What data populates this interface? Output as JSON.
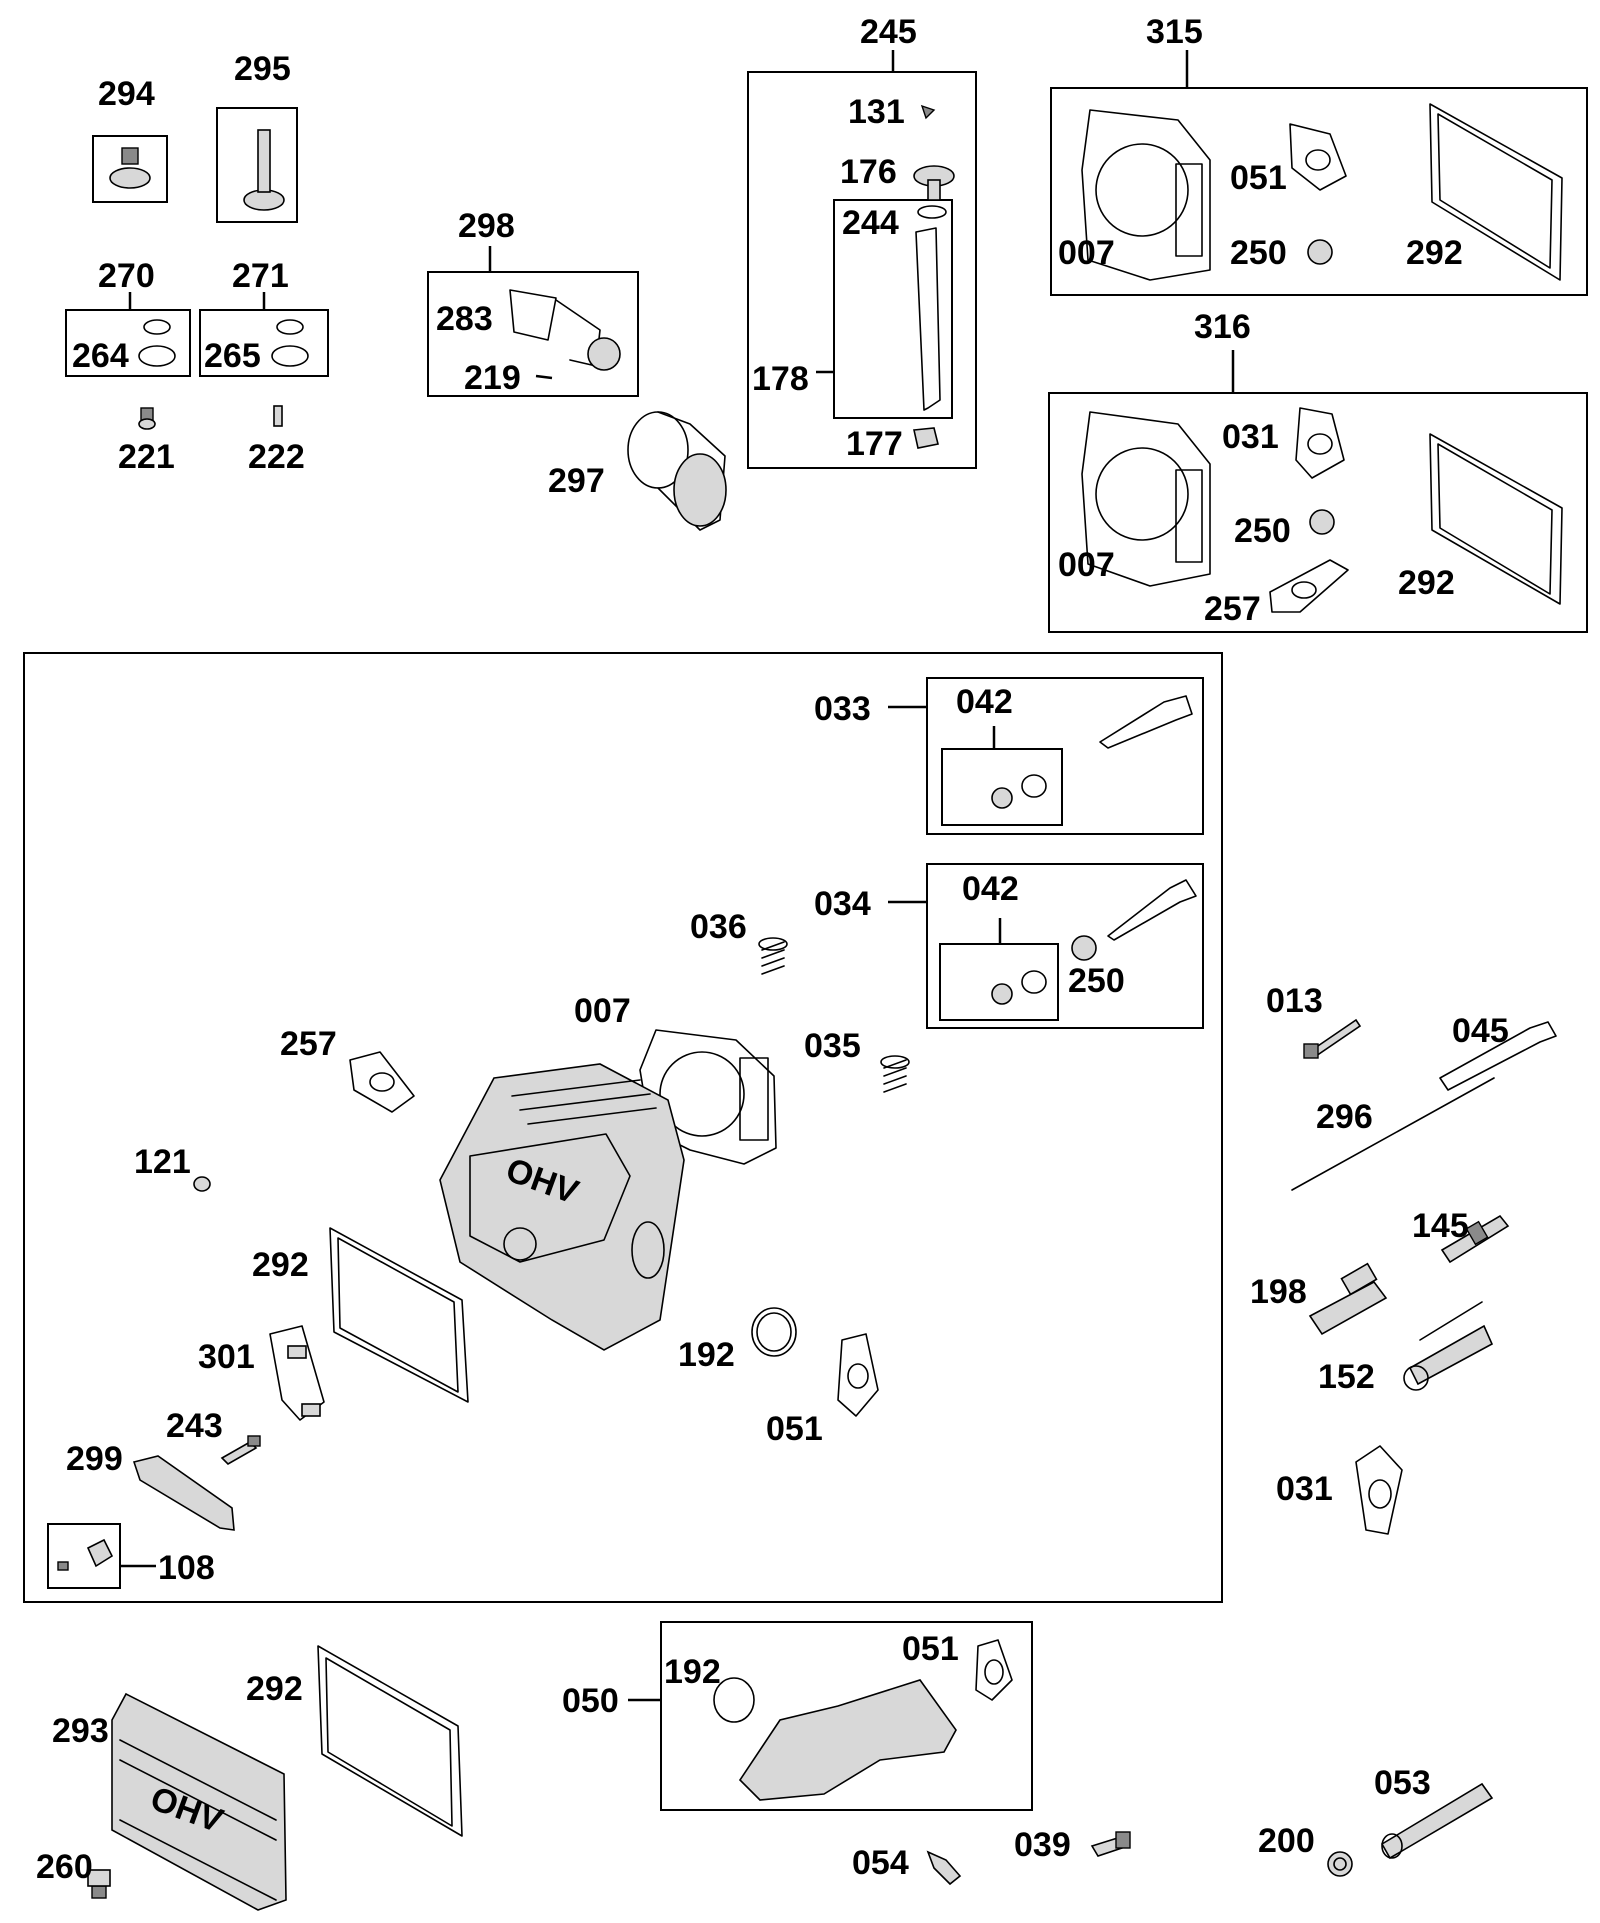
{
  "labels": {
    "l294": "294",
    "l295": "295",
    "l270": "270",
    "l271": "271",
    "l264": "264",
    "l265": "265",
    "l221": "221",
    "l222": "222",
    "l298": "298",
    "l283": "283",
    "l219": "219",
    "l297": "297",
    "l245": "245",
    "l131": "131",
    "l176": "176",
    "l244": "244",
    "l178": "178",
    "l177": "177",
    "l315": "315",
    "l051a": "051",
    "l007a": "007",
    "l250a": "250",
    "l292a": "292",
    "l316": "316",
    "l031a": "031",
    "l007b": "007",
    "l250b": "250",
    "l257a": "257",
    "l292b": "292",
    "l033": "033",
    "l042a": "042",
    "l034": "034",
    "l042b": "042",
    "l250c": "250",
    "l036": "036",
    "l007c": "007",
    "l035": "035",
    "l257b": "257",
    "l121": "121",
    "l292c": "292",
    "l301": "301",
    "l243": "243",
    "l299": "299",
    "l108": "108",
    "l192a": "192",
    "l051b": "051",
    "l013": "013",
    "l045": "045",
    "l296": "296",
    "l145": "145",
    "l198": "198",
    "l152": "152",
    "l031b": "031",
    "l293": "293",
    "l292d": "292",
    "l260": "260",
    "l050": "050",
    "l192b": "192",
    "l051c": "051",
    "l054": "054",
    "l039": "039",
    "l053": "053",
    "l200": "200"
  },
  "icon_text": {
    "ohv": "OHV"
  }
}
